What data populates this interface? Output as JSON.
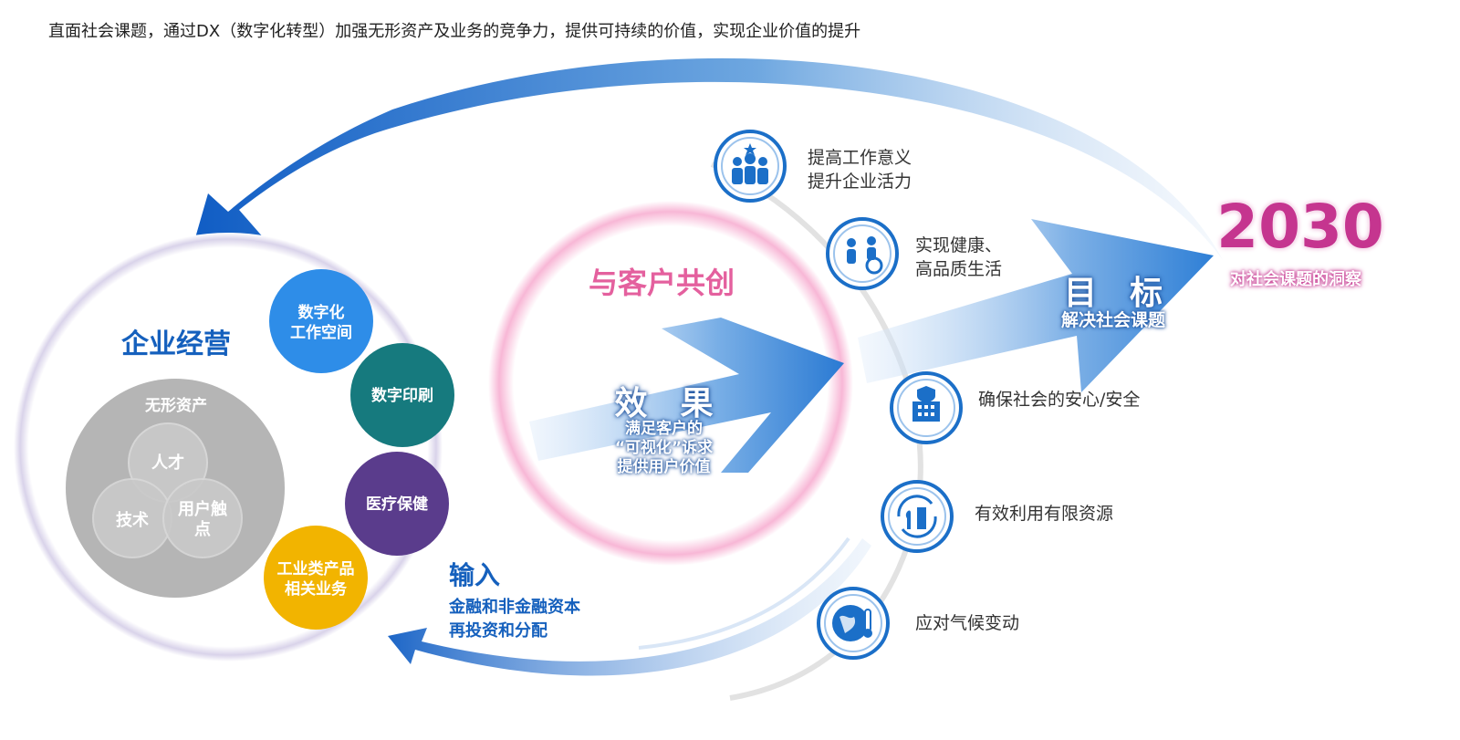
{
  "headline": "直面社会课题，通过DX（数字化转型）加强无形资产及业务的竞争力，提供可持续的价值，实现企业价值的提升",
  "business": {
    "title": "企业经营",
    "assets_label": "无形资产",
    "venn": [
      "人才",
      "技术",
      "用户触点"
    ],
    "bubbles": [
      {
        "lines": [
          "数字化",
          "工作空间"
        ],
        "color": "#2e8de8"
      },
      {
        "lines": [
          "数字印刷"
        ],
        "color": "#167a7e"
      },
      {
        "lines": [
          "医疗保健"
        ],
        "color": "#5a3c8c"
      },
      {
        "lines": [
          "工业类产品",
          "相关业务"
        ],
        "color": "#f2b400"
      }
    ]
  },
  "cocreation": {
    "title": "与客户共创",
    "effect_title": "效　果",
    "effect_desc": [
      "满足客户的",
      "“可视化”诉求",
      "提供用户价值"
    ]
  },
  "goal": {
    "title": "目　标",
    "desc": "解决社会课题"
  },
  "target": {
    "year": "2030",
    "desc": "对社会课题的洞察"
  },
  "input": {
    "title": "输入",
    "desc": [
      "金融和非金融资本",
      "再投资和分配"
    ]
  },
  "items": [
    {
      "icon": "people-team-icon",
      "lines": [
        "提高工作意义",
        "提升企业活力"
      ]
    },
    {
      "icon": "healthcare-icon",
      "lines": [
        "实现健康、",
        "高品质生活"
      ]
    },
    {
      "icon": "safe-city-icon",
      "lines": [
        "确保社会的安心/安全"
      ]
    },
    {
      "icon": "resources-cycle-icon",
      "lines": [
        "有效利用有限资源"
      ]
    },
    {
      "icon": "climate-globe-icon",
      "lines": [
        "应对气候变动"
      ]
    }
  ],
  "colors": {
    "brand_blue": "#1560bd",
    "pink": "#e4609e",
    "magenta": "#c5358f",
    "venn_gray": "#b5b5b5"
  }
}
